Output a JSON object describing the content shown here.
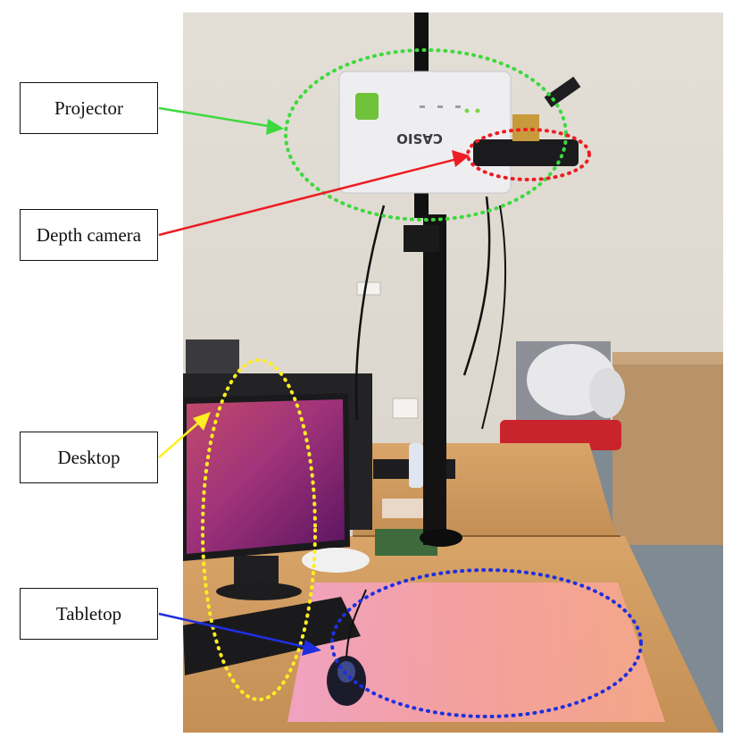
{
  "labels": {
    "projector": "Projector",
    "depth_camera": "Depth camera",
    "desktop": "Desktop",
    "tabletop": "Tabletop"
  },
  "device_text": {
    "projector_brand": "CASIO"
  },
  "colors": {
    "projector": "#3dd93d",
    "depth_camera": "#ee1c24",
    "desktop": "#ffee22",
    "tabletop": "#1f2fe0",
    "wall": "#e7e3dc",
    "table": "#cf9a5d",
    "projection": "#f4a0b0"
  }
}
